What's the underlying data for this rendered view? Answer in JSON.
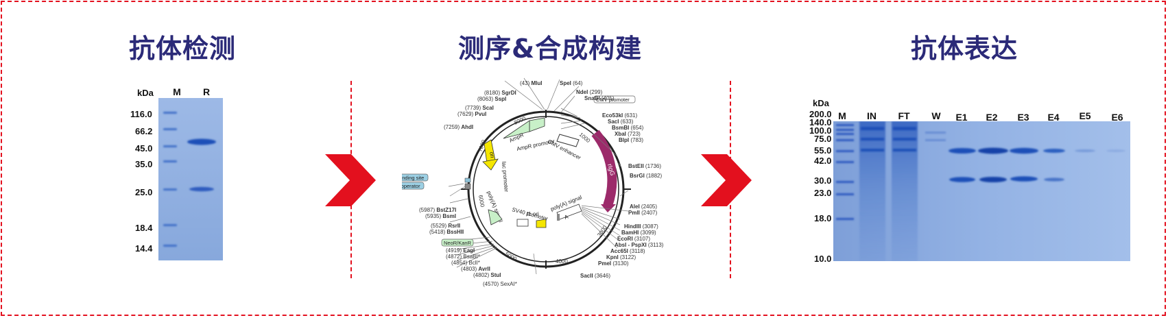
{
  "titles": {
    "antibody_detection": "抗体检测",
    "sequencing": "测序&合成构建",
    "antibody_expression": "抗体表达"
  },
  "gel1": {
    "unit": "kDa",
    "lanes": [
      "M",
      "R"
    ],
    "markers": [
      "116.0",
      "66.2",
      "45.0",
      "35.0",
      "25.0",
      "18.4",
      "14.4"
    ]
  },
  "plasmid": {
    "tick_labels": [
      "1000",
      "2000",
      "3000",
      "4000",
      "5000",
      "6000",
      "7000",
      "8000"
    ],
    "inner_features": [
      "CMV enhancer",
      "AmpR promoter",
      "AmpR",
      "ori",
      "rIgG",
      "lac promoter",
      "poly(A) signal",
      "SV40 promoter",
      "f1 ori",
      "poly(A) signal",
      "A"
    ],
    "boxed_labels": [
      "CMV promoter",
      "CAP binding site",
      "lac operator",
      "NeoR/KanR"
    ],
    "sites_top": [
      {
        "pos": "(43)",
        "name": "MluI"
      },
      {
        "pos": "(64)",
        "name": "SpeI"
      },
      {
        "pos": "(299)",
        "name": "NdeI"
      },
      {
        "pos": "(405)",
        "name": "SnaBI"
      },
      {
        "pos": "(631)",
        "name": "Eco53kI"
      },
      {
        "pos": "(633)",
        "name": "SacI"
      },
      {
        "pos": "(654)",
        "name": "BsmBI"
      },
      {
        "pos": "(723)",
        "name": "XbaI"
      },
      {
        "pos": "(783)",
        "name": "BlpI"
      }
    ],
    "sites_right": [
      {
        "pos": "(1736)",
        "name": "BstEII"
      },
      {
        "pos": "(1882)",
        "name": "BsrGI"
      },
      {
        "pos": "(2405)",
        "name": "AleI"
      },
      {
        "pos": "(2407)",
        "name": "PmlI"
      },
      {
        "pos": "(3087)",
        "name": "HindIII"
      },
      {
        "pos": "(3099)",
        "name": "BamHI"
      },
      {
        "pos": "(3107)",
        "name": "EcoRI"
      },
      {
        "pos": "(3113)",
        "name": "AbsI - PspXI"
      },
      {
        "pos": "(3118)",
        "name": "Acc65I"
      },
      {
        "pos": "(3122)",
        "name": "KpnI"
      },
      {
        "pos": "(3130)",
        "name": "PmeI"
      },
      {
        "pos": "(3646)",
        "name": "SacII"
      }
    ],
    "sites_left": [
      {
        "pos": "(8180)",
        "name": "SgrDI"
      },
      {
        "pos": "(8063)",
        "name": "SspI"
      },
      {
        "pos": "(7739)",
        "name": "ScaI"
      },
      {
        "pos": "(7629)",
        "name": "PvuI"
      },
      {
        "pos": "(7259)",
        "name": "AhdI"
      },
      {
        "pos": "(5987)",
        "name": "BstZ17I"
      },
      {
        "pos": "(5935)",
        "name": "BsmI"
      },
      {
        "pos": "(5529)",
        "name": "RsrII"
      },
      {
        "pos": "(5418)",
        "name": "BssHII"
      },
      {
        "pos": "(4919)",
        "name": "EagI"
      },
      {
        "pos": "(4872)",
        "name": "BsaBI*"
      },
      {
        "pos": "(4854)",
        "name": "BclI*"
      },
      {
        "pos": "(4803)",
        "name": "AvrII"
      },
      {
        "pos": "(4802)",
        "name": "StuI"
      },
      {
        "pos": "(4570)",
        "name": "SexAI*"
      }
    ]
  },
  "gel2": {
    "unit": "kDa",
    "lanes": [
      "M",
      "IN",
      "FT",
      "W",
      "E1",
      "E2",
      "E3",
      "E4",
      "E5",
      "E6"
    ],
    "markers": [
      "200.0",
      "140.0",
      "100.0",
      "75.0",
      "55.0",
      "42.0",
      "30.0",
      "23.0",
      "18.0",
      "10.0"
    ]
  },
  "colors": {
    "frame": "#e3101e",
    "title": "#2b2a78",
    "gel_bg": "#8aaee0",
    "band": "#1c4fb8",
    "arrow": "#e3101e"
  }
}
